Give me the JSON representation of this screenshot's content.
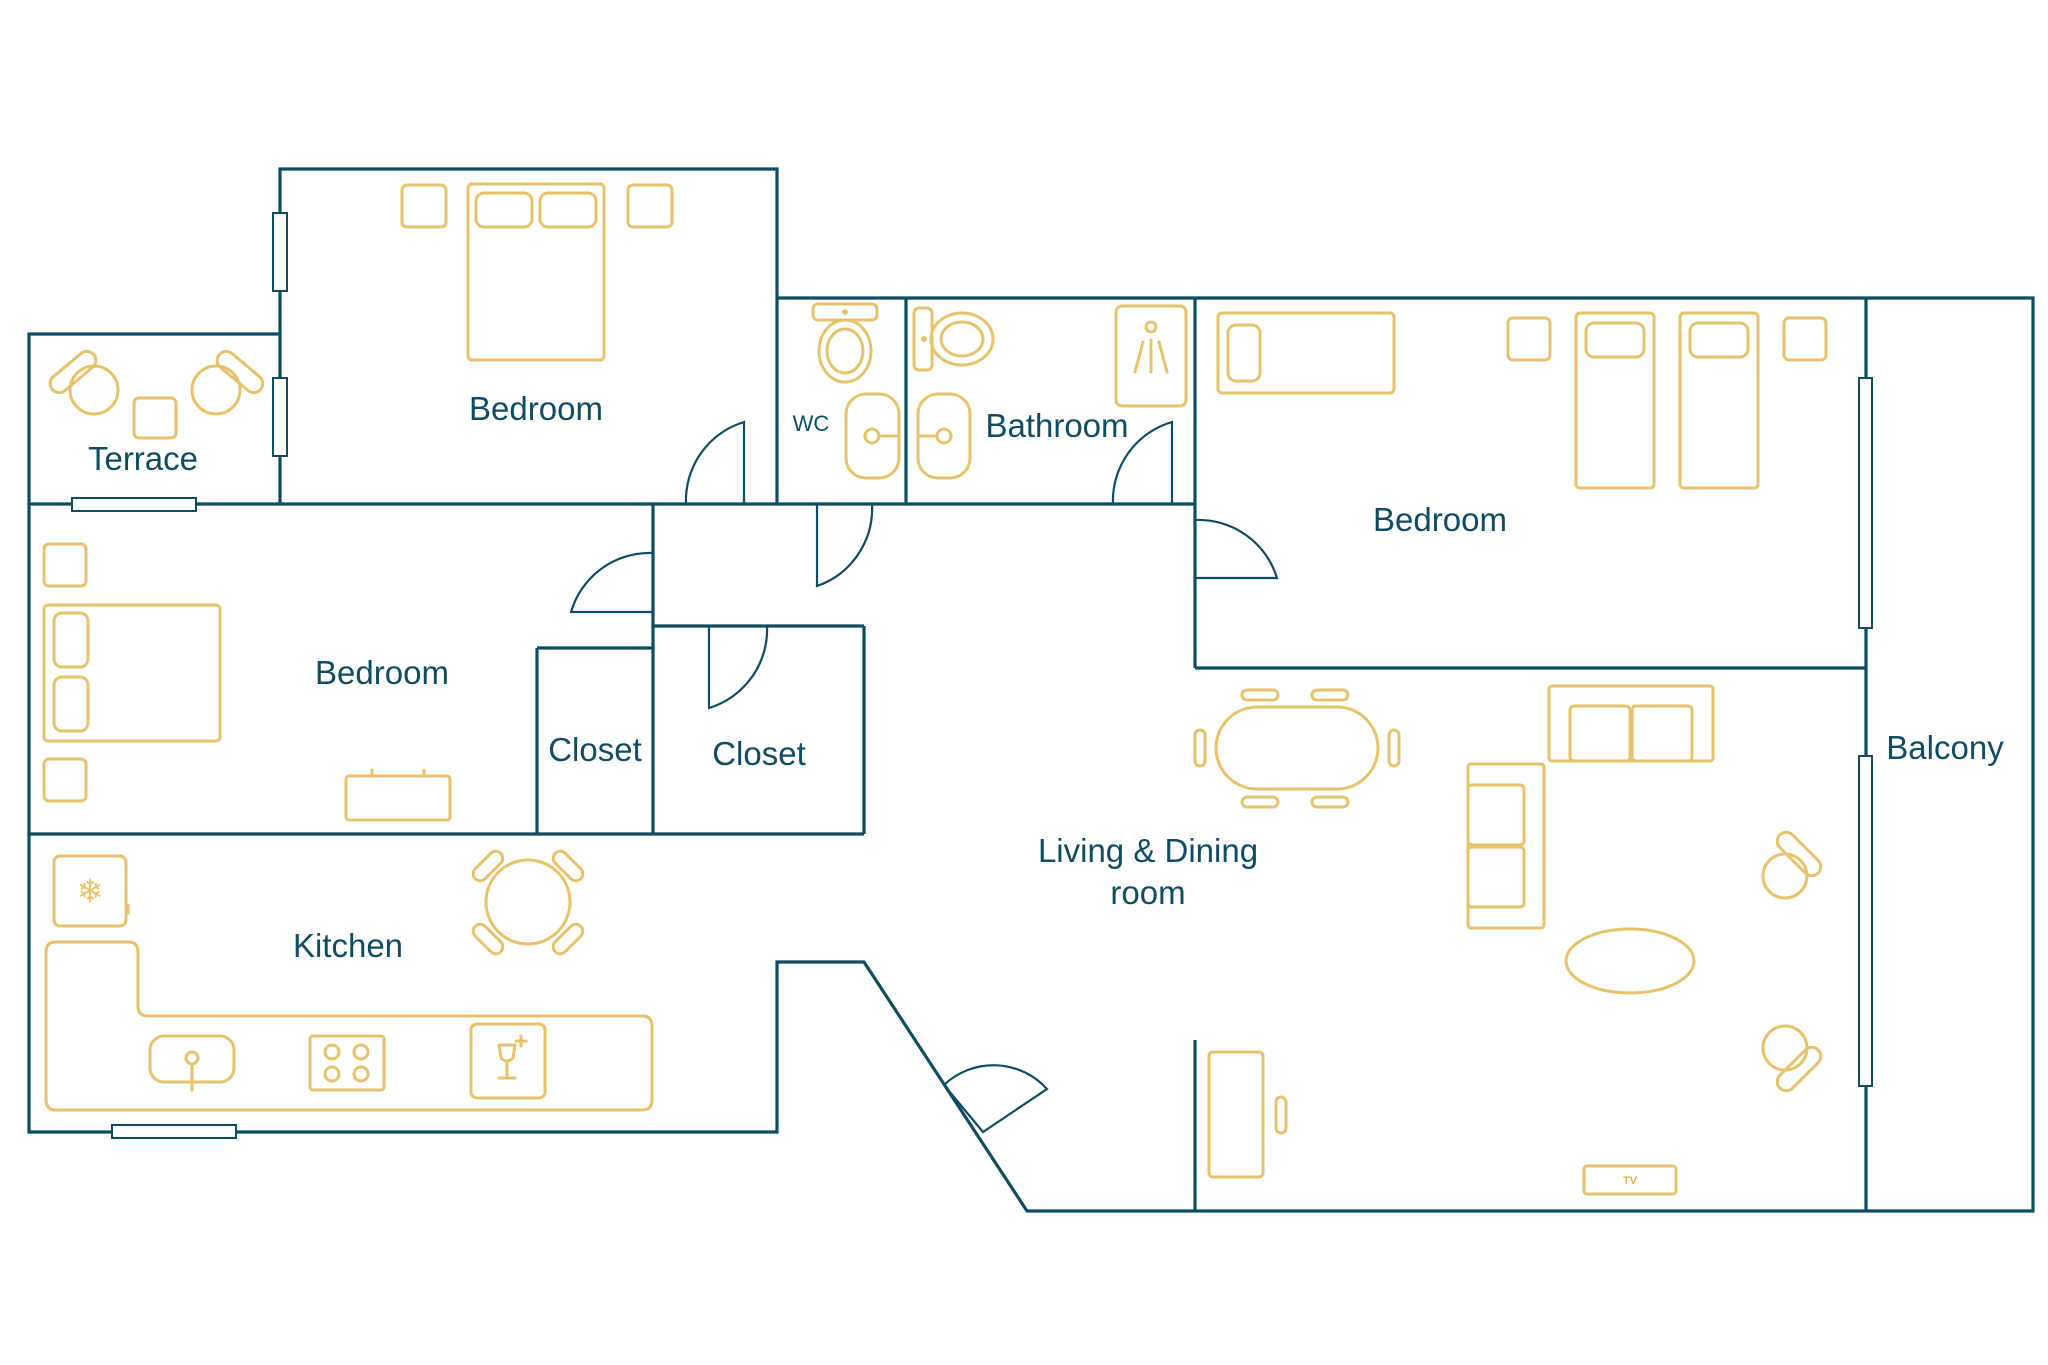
{
  "rooms": {
    "bedroom_top": "Bedroom",
    "terrace": "Terrace",
    "wc": "WC",
    "bathroom": "Bathroom",
    "bedroom_right": "Bedroom",
    "bedroom_left": "Bedroom",
    "closet_left": "Closet",
    "closet_right": "Closet",
    "balcony": "Balcony",
    "living_line1": "Living & Dining",
    "living_line2": "room",
    "kitchen": "Kitchen"
  },
  "fixtures": {
    "tv": "TV"
  },
  "colors": {
    "walls": "#0f4c62",
    "furniture": "#e6c36a",
    "background": "#ffffff"
  }
}
